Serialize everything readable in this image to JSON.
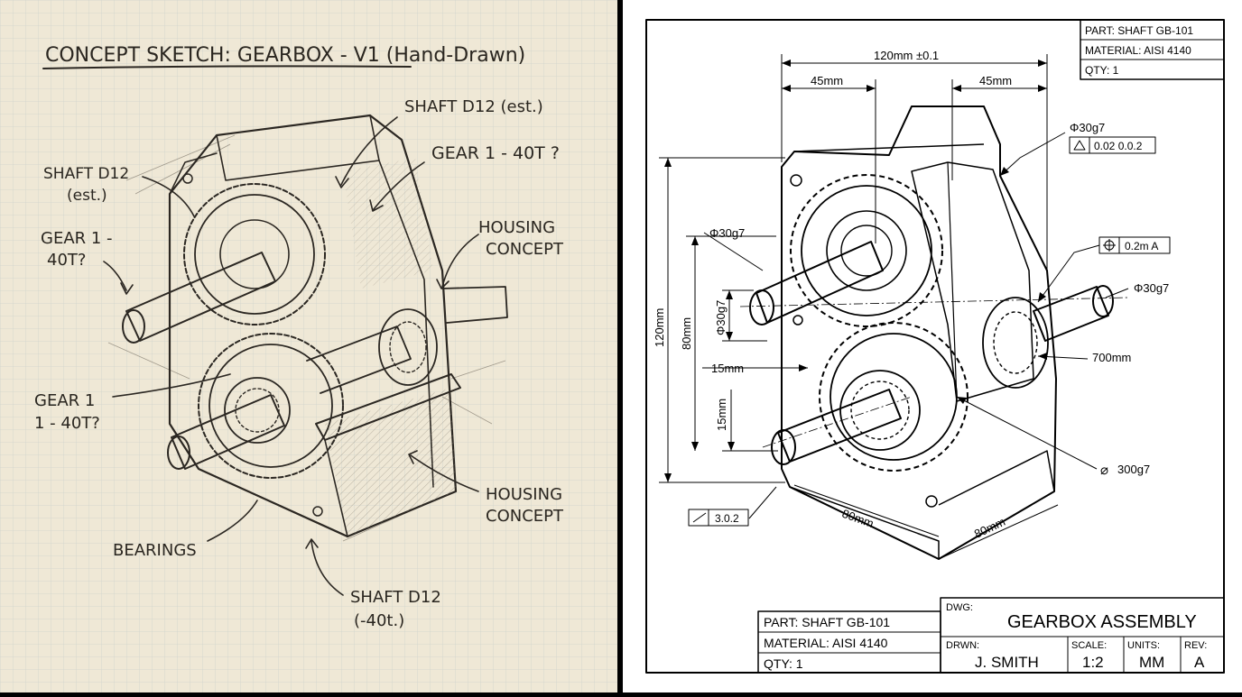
{
  "sketch": {
    "title": "CONCEPT SKETCH: GEARBOX - V1 (Hand-Drawn)",
    "labels": {
      "shaft_top": "SHAFT D12 (est.)",
      "gear_top": "GEAR 1 - 40T ?",
      "shaft_left_1": "SHAFT D12",
      "shaft_left_2": "(est.)",
      "gear_left_1": "GEAR 1 -",
      "gear_left_2": "40T?",
      "housing_right_1": "HOUSING",
      "housing_right_2": "CONCEPT",
      "gear_lower_1": "GEAR 1",
      "gear_lower_2": "1 - 40T?",
      "housing_bottom_1": "HOUSING",
      "housing_bottom_2": "CONCEPT",
      "bearings": "BEARINGS",
      "shaft_bottom_1": "SHAFT D12",
      "shaft_bottom_2": "(-40t.)"
    }
  },
  "drawing": {
    "top_block": {
      "part": "PART: SHAFT GB-101",
      "material": "MATERIAL: AISI 4140",
      "qty": "QTY: 1"
    },
    "dims": {
      "overall_width": "120mm ±0.1",
      "left_45": "45mm",
      "right_45": "45mm",
      "phi30_top": "Φ30g7",
      "fc_top_value": "0.02 0.0.2",
      "phi30_left": "Φ30g7",
      "position_value": "0.2m A",
      "phi30_right": "Φ30g7",
      "height_120": "120mm",
      "height_80": "80mm",
      "phi30_vertical": "Φ30g7",
      "dia_15": "15mm",
      "dia_700": "700mm",
      "height_15": "15mm",
      "dia_300": "300g7",
      "flatness_value": "3.0.2",
      "base_left_80": "80mm",
      "base_right_80": "80mm"
    },
    "title_block": {
      "part": "PART: SHAFT GB-101",
      "material": "MATERIAL: AISI 4140",
      "qty": "QTY: 1",
      "dwg_label": "DWG:",
      "dwg_title": "GEARBOX ASSEMBLY",
      "drwn_label": "DRWN:",
      "drwn_value": "J. SMITH",
      "scale_label": "SCALE:",
      "scale_value": "1:2",
      "units_label": "UNITS:",
      "units_value": "MM",
      "rev_label": "REV:",
      "rev_value": "A"
    }
  },
  "colors": {
    "paper": "#efe8d6",
    "grid": "#cfd4cc",
    "ink": "#2b2722",
    "cad_bg": "#ffffff",
    "divider": "#000000"
  }
}
